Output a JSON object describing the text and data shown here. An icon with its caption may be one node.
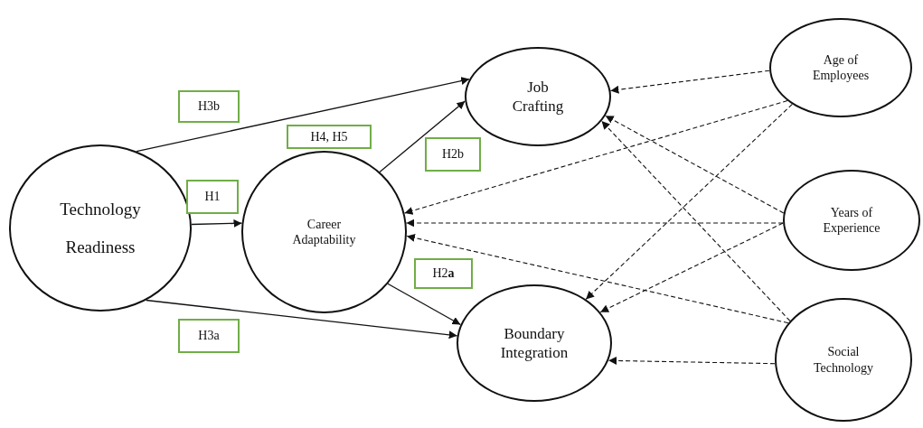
{
  "diagram": {
    "nodes": [
      {
        "text": [
          "Technology Readiness"
        ]
      },
      {
        "text": [
          "Career Adaptability"
        ]
      },
      {
        "text": [
          "Job Crafting"
        ]
      },
      {
        "text": [
          "Boundary Integration"
        ]
      },
      {
        "text": [
          "Age of Employees"
        ]
      },
      {
        "text": [
          "Years of Experience"
        ]
      },
      {
        "text": [
          "Social Technology"
        ]
      },
      {
        "text": [
          "H3b"
        ]
      },
      {
        "text": [
          "H4, H5"
        ]
      },
      {
        "text": [
          "H1"
        ]
      },
      {
        "text": [
          "H2b"
        ]
      },
      {
        "text": [
          "H2**a**"
        ]
      },
      {
        "text": [
          "H3a"
        ]
      }
    ],
    "edges": [
      {
        "from": 0,
        "to": 2,
        "arrow": "to"
      },
      {
        "from": 0,
        "to": 1,
        "arrow": "to"
      },
      {
        "from": 0,
        "to": 3,
        "arrow": "to"
      },
      {
        "from": 1,
        "to": 2,
        "arrow": "to"
      },
      {
        "from": 1,
        "to": 3,
        "arrow": "to"
      },
      {
        "from": 4,
        "to": 2,
        "arrow": "to",
        "style": "dashed"
      },
      {
        "from": 4,
        "to": 1,
        "arrow": "to",
        "style": "dashed"
      },
      {
        "from": 4,
        "to": 3,
        "arrow": "to",
        "style": "dashed"
      },
      {
        "from": 5,
        "to": 2,
        "arrow": "to",
        "style": "dashed"
      },
      {
        "from": 5,
        "to": 1,
        "arrow": "to",
        "style": "dashed"
      },
      {
        "from": 5,
        "to": 3,
        "arrow": "to",
        "style": "dashed"
      },
      {
        "from": 6,
        "to": 2,
        "arrow": "to",
        "style": "dashed"
      },
      {
        "from": 6,
        "to": 1,
        "arrow": "to",
        "style": "dashed"
      },
      {
        "from": 6,
        "to": 3,
        "arrow": "to",
        "style": "dashed"
      }
    ]
  }
}
